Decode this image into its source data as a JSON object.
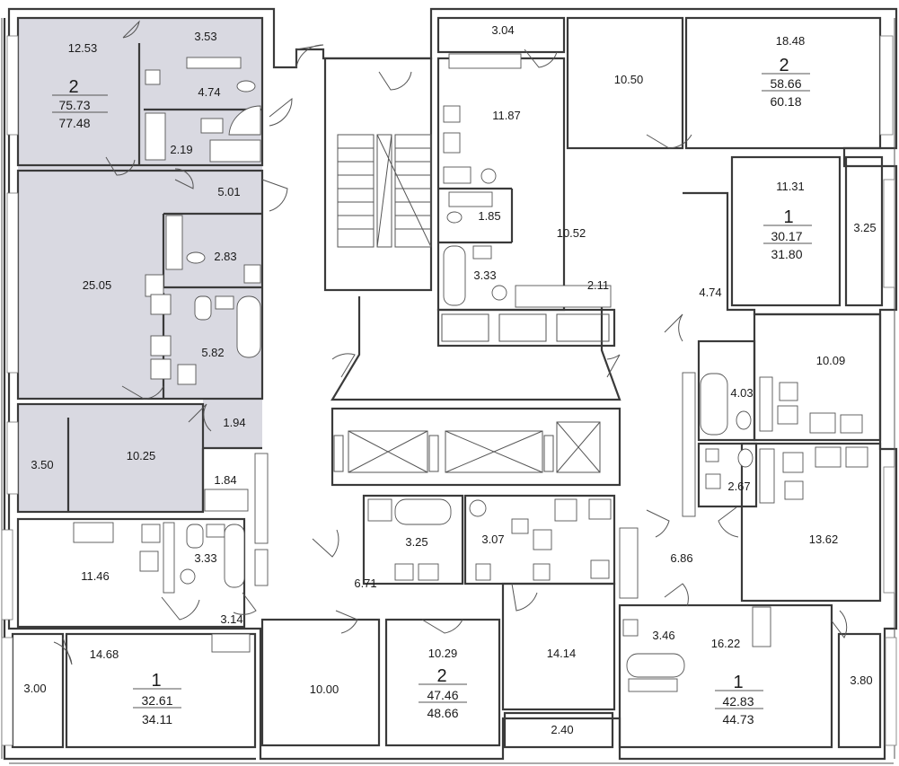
{
  "colors": {
    "highlight_fill": "#d9d9e1",
    "wall": "#3a3a3a",
    "background": "#ffffff"
  },
  "icons": [
    "stove-icon",
    "sink-icon",
    "bathtub-icon",
    "toilet-icon",
    "washbasin-icon",
    "washing-machine-icon",
    "door-swing-icon",
    "staircase-icon",
    "elevator-icon"
  ],
  "apartments": [
    {
      "id": "apt-nw",
      "rooms": "2",
      "living_area": "75.73",
      "total_area": "77.48",
      "highlighted": true
    },
    {
      "id": "apt-ne",
      "rooms": "2",
      "living_area": "58.66",
      "total_area": "60.18",
      "highlighted": false
    },
    {
      "id": "apt-e",
      "rooms": "1",
      "living_area": "30.17",
      "total_area": "31.80",
      "highlighted": false
    },
    {
      "id": "apt-sw",
      "rooms": "1",
      "living_area": "32.61",
      "total_area": "34.11",
      "highlighted": false
    },
    {
      "id": "apt-s",
      "rooms": "2",
      "living_area": "47.46",
      "total_area": "48.66",
      "highlighted": false
    },
    {
      "id": "apt-se",
      "rooms": "1",
      "living_area": "42.83",
      "total_area": "44.73",
      "highlighted": false
    }
  ],
  "rooms": [
    "12.53",
    "3.53",
    "4.74",
    "2.19",
    "5.01",
    "2.83",
    "25.05",
    "5.82",
    "1.94",
    "3.50",
    "10.25",
    "1.84",
    "3.04",
    "11.87",
    "1.85",
    "10.52",
    "3.33",
    "2.11",
    "10.50",
    "18.48",
    "11.31",
    "3.25",
    "4.74",
    "10.09",
    "4.03",
    "2.67",
    "13.62",
    "6.86",
    "3.46",
    "16.22",
    "3.80",
    "11.46",
    "3.33",
    "3.14",
    "14.68",
    "3.00",
    "10.00",
    "3.25",
    "3.07",
    "6.71",
    "10.29",
    "14.14",
    "2.40"
  ]
}
